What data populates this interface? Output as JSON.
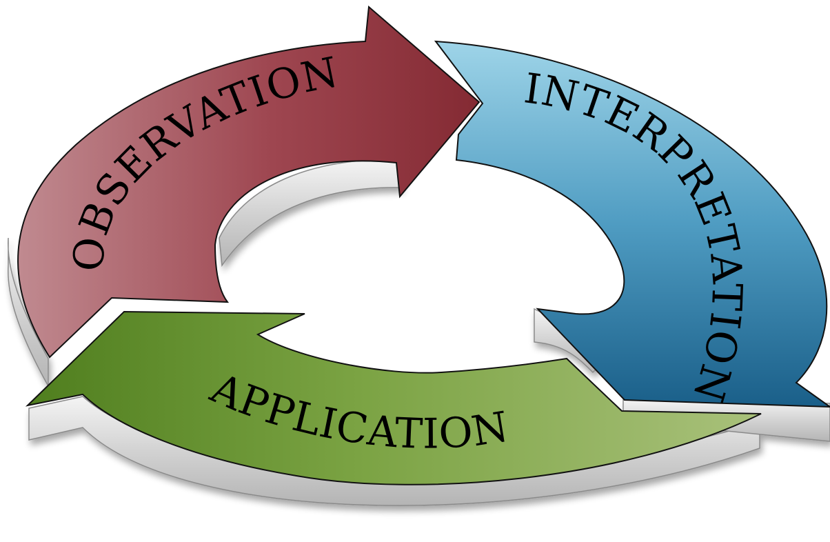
{
  "diagram": {
    "type": "cycle",
    "stages": [
      {
        "label": "OBSERVATION",
        "color": "#8b2f36"
      },
      {
        "label": "INTERPRETATION",
        "color": "#2e7aa5"
      },
      {
        "label": "APPLICATION",
        "color": "#5f8f2a"
      }
    ],
    "flow": [
      "OBSERVATION",
      "INTERPRETATION",
      "APPLICATION",
      "OBSERVATION"
    ]
  }
}
